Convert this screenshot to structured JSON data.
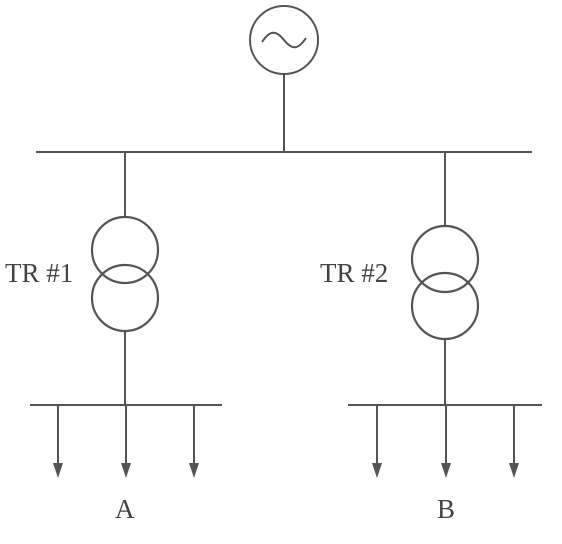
{
  "diagram": {
    "transformer_1": {
      "label": "TR #1"
    },
    "transformer_2": {
      "label": "TR #2"
    },
    "load_bus_a": {
      "label": "A"
    },
    "load_bus_b": {
      "label": "B"
    }
  },
  "colors": {
    "line": "#555555",
    "text": "#444444",
    "background": "#ffffff"
  },
  "icons": {
    "source": "ac-generator-icon",
    "transformer": "transformer-icon",
    "load": "load-arrow-icon"
  }
}
